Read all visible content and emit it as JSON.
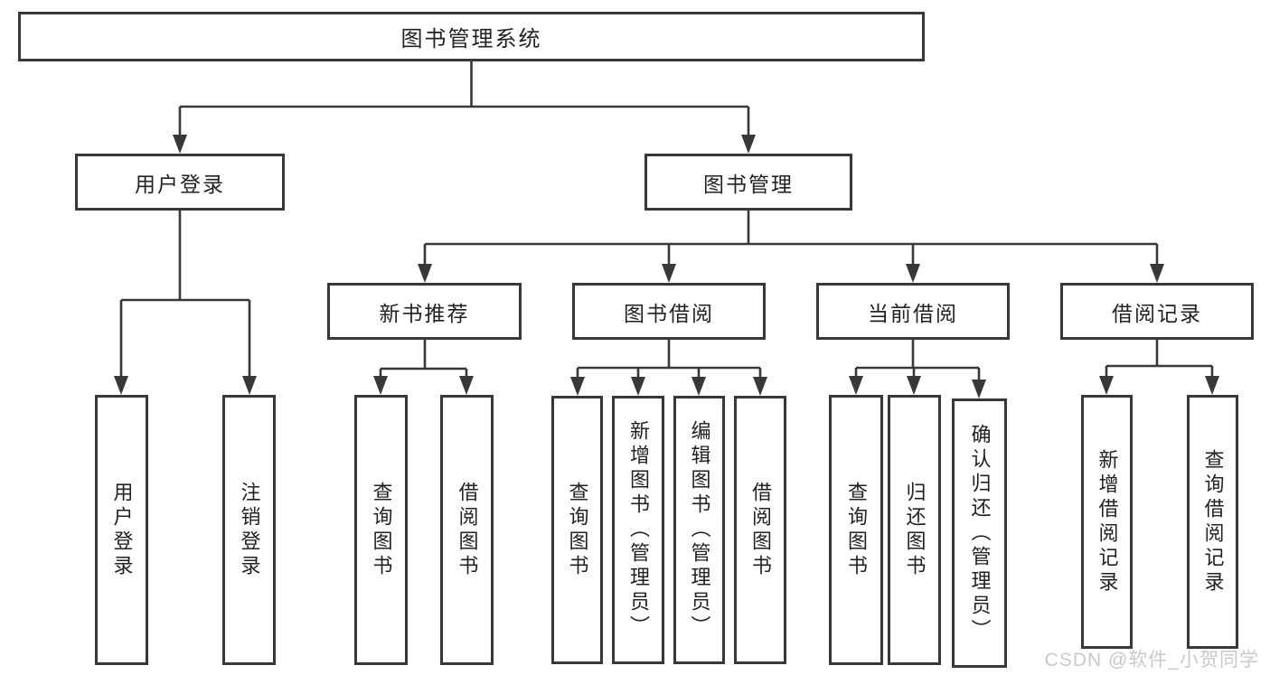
{
  "diagram_title": "图书管理系统",
  "tree": {
    "label": "图书管理系统",
    "children": [
      {
        "label": "用户登录",
        "children": [
          {
            "label": "用户登录"
          },
          {
            "label": "注销登录"
          }
        ]
      },
      {
        "label": "图书管理",
        "children": [
          {
            "label": "新书推荐",
            "children": [
              {
                "label": "查询图书"
              },
              {
                "label": "借阅图书"
              }
            ]
          },
          {
            "label": "图书借阅",
            "children": [
              {
                "label": "查询图书"
              },
              {
                "label": "新增图书（管理员）"
              },
              {
                "label": "编辑图书（管理员）"
              },
              {
                "label": "借阅图书"
              }
            ]
          },
          {
            "label": "当前借阅",
            "children": [
              {
                "label": "查询图书"
              },
              {
                "label": "归还图书"
              },
              {
                "label": "确认归还（管理员）"
              }
            ]
          },
          {
            "label": "借阅记录",
            "children": [
              {
                "label": "新增借阅记录"
              },
              {
                "label": "查询借阅记录"
              }
            ]
          }
        ]
      }
    ]
  },
  "watermark": {
    "text": "CSDN @软件_小贺同学"
  },
  "colors": {
    "line": "#383838",
    "box_background": "#ffffff",
    "text": "#222222",
    "watermark": "#c9c9c9"
  }
}
